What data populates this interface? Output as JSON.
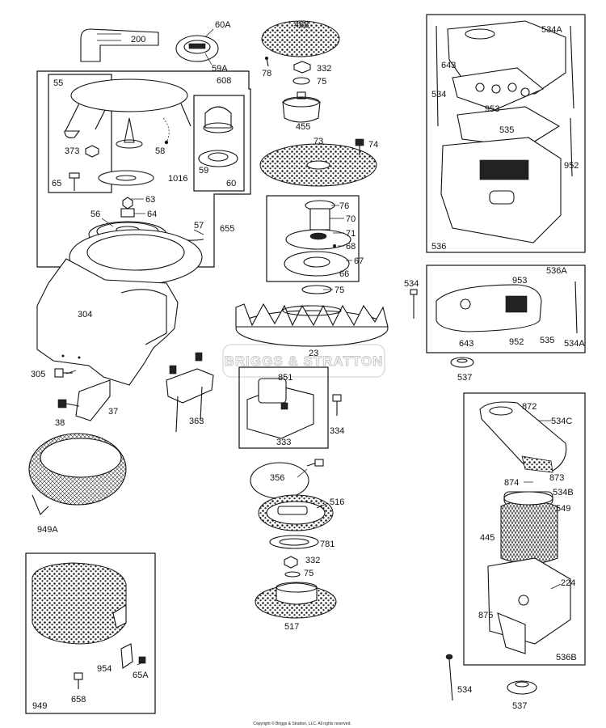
{
  "title": "",
  "part_labels": {
    "p200": "200",
    "p60A": "60A",
    "p59A": "59A",
    "p468": "468",
    "p78": "78",
    "p332a": "332",
    "p75a": "75",
    "p455": "455",
    "p55": "55",
    "p608": "608",
    "p373": "373",
    "p58": "58",
    "p59": "59",
    "p60": "60",
    "p65": "65",
    "p1016": "1016",
    "p63": "63",
    "p64": "64",
    "p56": "56",
    "p57": "57",
    "p655": "655",
    "p304": "304",
    "p305": "305",
    "p38": "38",
    "p37": "37",
    "p363": "363",
    "p949A": "949A",
    "p949": "949",
    "p954": "954",
    "p65A": "65A",
    "p658": "658",
    "p73": "73",
    "p74": "74",
    "p76": "76",
    "p70": "70",
    "p71": "71",
    "p68": "68",
    "p67": "67",
    "p66": "66",
    "p75b": "75",
    "p23": "23",
    "p851": "851",
    "p334": "334",
    "p333": "333",
    "p356": "356",
    "p516": "516",
    "p781": "781",
    "p332b": "332",
    "p75c": "75",
    "p517": "517",
    "p534A_top": "534A",
    "p643a": "643",
    "p534a": "534",
    "p953a": "953",
    "p535a": "535",
    "p952a": "952",
    "p536": "536",
    "p534b": "534",
    "p536A": "536A",
    "p953b": "953",
    "p643b": "643",
    "p952b": "952",
    "p535b": "535",
    "p534A_r": "534A",
    "p537a": "537",
    "p872": "872",
    "p534C": "534C",
    "p873": "873",
    "p874": "874",
    "p534B": "534B",
    "p549": "549",
    "p445": "445",
    "p224": "224",
    "p875": "875",
    "p536B": "536B",
    "p534c": "534",
    "p537b": "537"
  },
  "watermark": "BRIGGS & STRATTON",
  "copyright": "Copyright © Briggs & Stratton, LLC. All rights reserved."
}
